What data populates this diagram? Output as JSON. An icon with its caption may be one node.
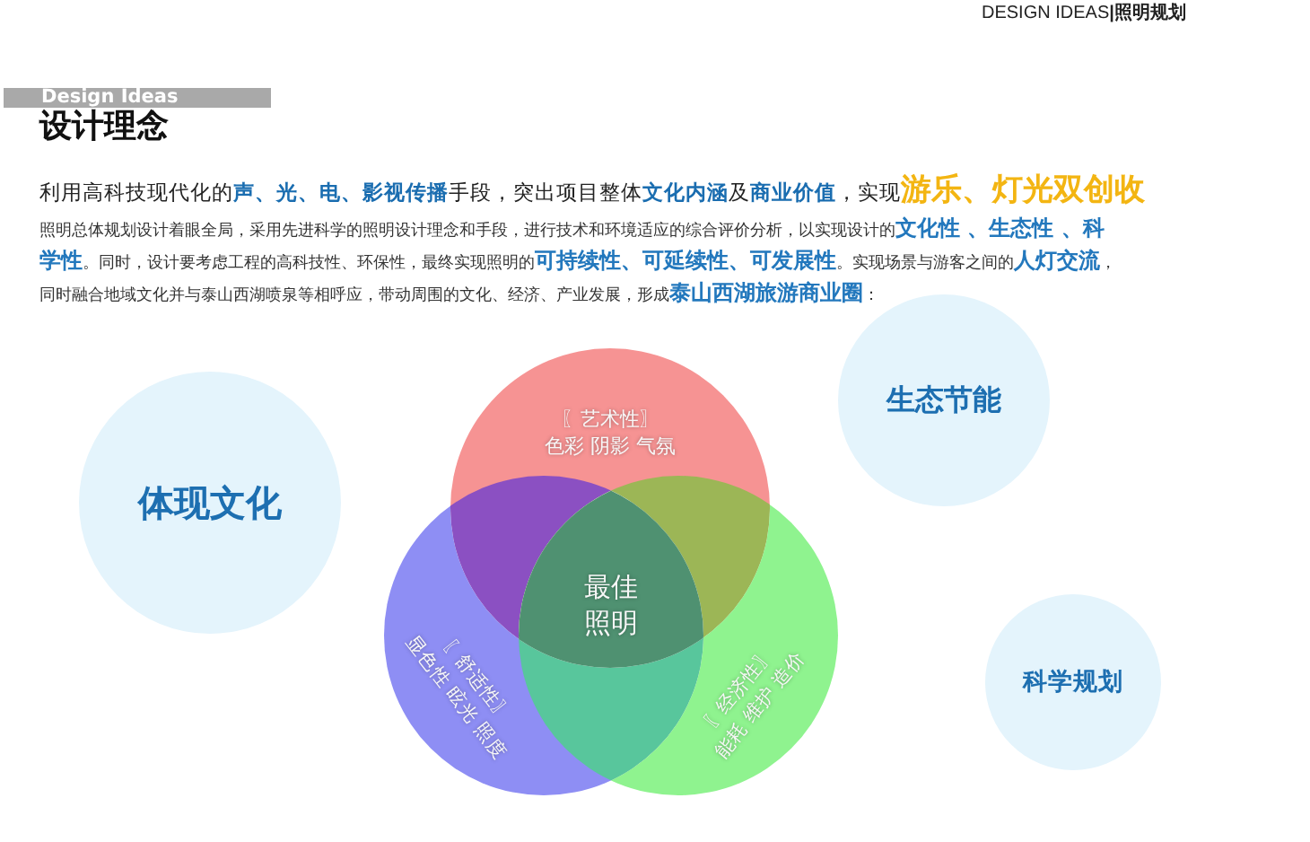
{
  "diagram": {
    "title": "设计理念",
    "nodes": [
      {
        "text": [
          "体现文化"
        ]
      },
      {
        "text": [
          "〖艺术性〗",
          "色彩 阴影 气氛"
        ]
      },
      {
        "text": [
          "〖舒适性〗",
          "显色性 眩光 照度"
        ]
      },
      {
        "text": [
          "〖经济性〗",
          "能耗 维护 造价"
        ]
      },
      {
        "text": [
          "最佳照明"
        ]
      },
      {
        "text": [
          "生态节能"
        ]
      },
      {
        "text": [
          "科学规划"
        ]
      }
    ],
    "labels": [
      "DESIGN IDEAS**|照明规划**",
      "Design Ideas",
      "利用高科技现代化的**声、光、电、影视传播**手段，突出项目整体**文化内涵**及**商业价值**，实现**游乐、灯光双创收**",
      "照明总体规划设计着眼全局，采用先进科学的照明设计理念和手段，进行技术和环境适应的综合评价分析，以实现设计的**文化性 、生态性 、科学性**。同时，设计要考虑工程的高科技性、环保性，最终实现照明的**可持续性、可延续性、可发展性**。实现场景与游客之间的**人灯交流**，同时融合地域文化并与泰山西湖喷泉等相呼应，带动周围的文化、经济、产业发展，形成**泰山西湖旅游商业圈**："
    ]
  }
}
